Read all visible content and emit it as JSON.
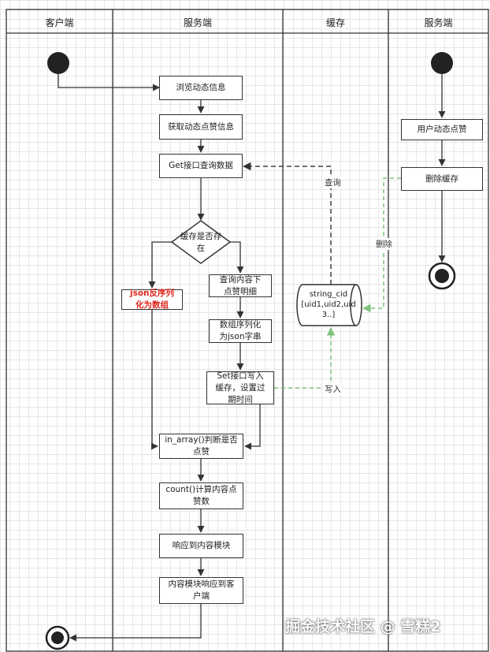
{
  "lanes": [
    "客户端",
    "服务端",
    "缓存",
    "服务端"
  ],
  "nodes": {
    "browse": "浏览动态信息",
    "get_likes": "获取动态点赞信息",
    "get_api": "Get接口查询数据",
    "cache_exists": "缓存是否存\n在",
    "json_deserialize": "json反序列\n化为数组",
    "query_details": "查询内容下\n点赞明细",
    "array_serialize": "数组序列化\n为json字串",
    "set_cache": "Set接口写入\n缓存，设置过\n期时间",
    "in_array": "in_array()判断是否\n点赞",
    "count": "count()计算内容点\n赞数",
    "respond_module": "响应到内容模块",
    "module_respond_client": "内容模块响应到客\n户端",
    "user_like": "用户动态点赞",
    "delete_cache": "删除缓存",
    "cache_store": "string_cid\n[uid1,uid2,uid\n3..]"
  },
  "edge_labels": {
    "query": "查询",
    "delete": "删除",
    "write": "写入"
  },
  "colors": {
    "line": "#333333",
    "dashed_gray": "#444444",
    "dashed_green": "#7ec27e",
    "highlight_text": "#e0241b"
  },
  "watermark": "掘金技术社区 @ 雪糕2"
}
